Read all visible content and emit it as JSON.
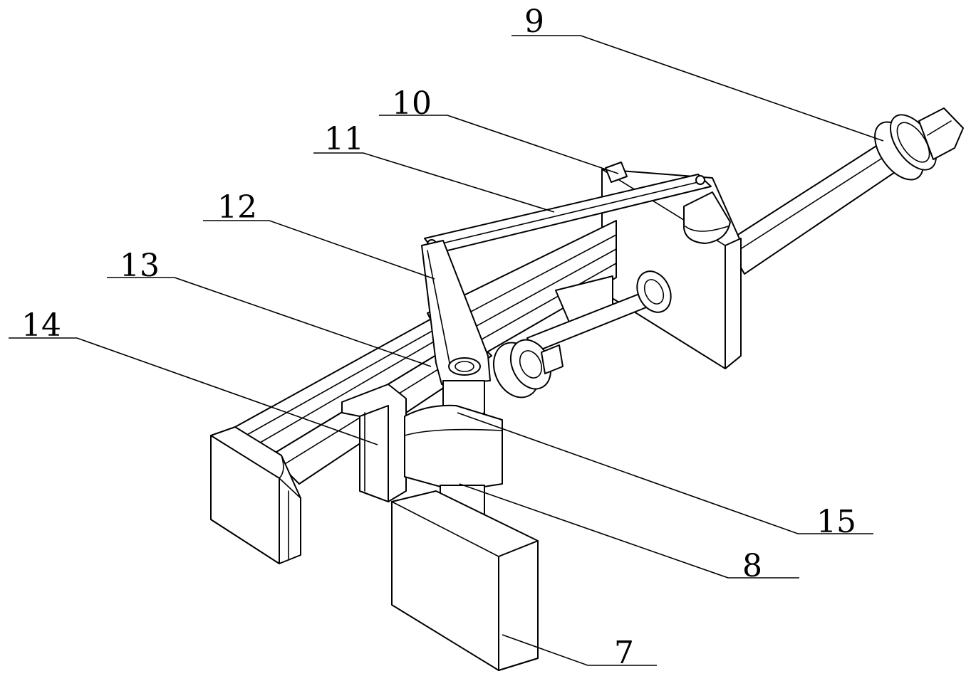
{
  "colors": {
    "line": "#000000",
    "background": "#ffffff"
  },
  "callouts": [
    {
      "id": "9",
      "text": "9"
    },
    {
      "id": "10",
      "text": "10"
    },
    {
      "id": "11",
      "text": "11"
    },
    {
      "id": "12",
      "text": "12"
    },
    {
      "id": "13",
      "text": "13"
    },
    {
      "id": "14",
      "text": "14"
    },
    {
      "id": "15",
      "text": "15"
    },
    {
      "id": "8",
      "text": "8"
    },
    {
      "id": "7",
      "text": "7"
    }
  ]
}
